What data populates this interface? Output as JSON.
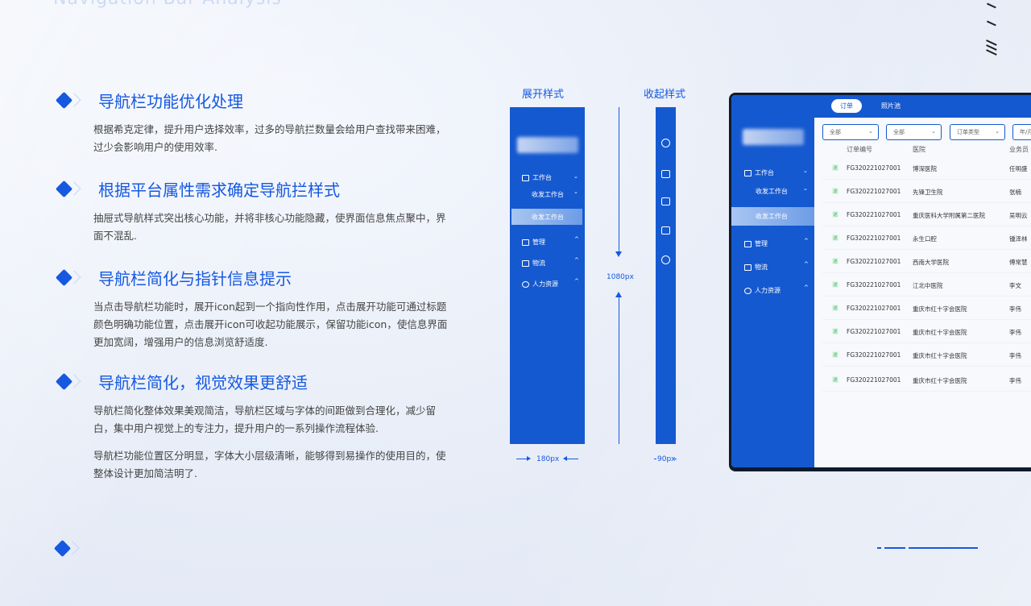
{
  "page": {
    "top_title": "Navigation Bar Analysis"
  },
  "sections": [
    {
      "title": "导航栏功能优化处理",
      "paragraphs": [
        "根据希克定律，提升用户选择效率，过多的导航拦数量会给用户查找带来困难，过少会影响用户的使用效率."
      ]
    },
    {
      "title": "根据平台属性需求确定导航拦样式",
      "paragraphs": [
        "抽屉式导航样式突出核心功能，并将非核心功能隐藏，使界面信息焦点聚中，界面不混乱."
      ]
    },
    {
      "title": "导航栏简化与指针信息提示",
      "paragraphs": [
        "当点击导航栏功能时，展开icon起到一个指向性作用，点击展开功能可通过标题颜色明确功能位置，点击展开icon可收起功能展示，保留功能icon，使信息界面更加宽阔，增强用户的信息浏览舒适度."
      ]
    },
    {
      "title": "导航栏简化，视觉效果更舒适",
      "paragraphs": [
        "导航栏简化整体效果美观简洁，导航栏区域与字体的间距做到合理化，减少留白，集中用户视觉上的专注力，提升用户的一系列操作流程体验.",
        "导航栏功能位置区分明显，字体大小层级清晰，能够得到易操作的使用目的，使整体设计更加简洁明了."
      ]
    }
  ],
  "demo": {
    "expanded_label": "展开样式",
    "collapsed_label": "收起样式",
    "height_label": "1080px",
    "expanded_width_label": "180px",
    "collapsed_width_label": "90px",
    "nav": {
      "workbench": "工作台",
      "sub_item": "收发工作台",
      "active_item": "收发工作台",
      "manage": "管理",
      "logistics": "物流",
      "hr": "人力资源"
    }
  },
  "app": {
    "tabs": [
      "订单",
      "照片池"
    ],
    "filters": [
      "全部",
      "全部",
      "订单类型",
      "年/月"
    ],
    "nav": {
      "workbench": "工作台",
      "sub_item": "收发工作台",
      "active_item": "收发工作台",
      "manage": "管理",
      "logistics": "物流",
      "hr": "人力资源"
    },
    "table": {
      "headers": [
        "订单编号",
        "医院",
        "业务员"
      ],
      "status_tag": "送",
      "rows": [
        [
          "FG320221027001",
          "博深医院",
          "任明盛"
        ],
        [
          "FG320221027001",
          "先锋卫生院",
          "张楠"
        ],
        [
          "FG320221027001",
          "重庆医科大学附属第二医院",
          "吴明云"
        ],
        [
          "FG320221027001",
          "永生口腔",
          "锺泽林"
        ],
        [
          "FG320221027001",
          "西南大学医院",
          "傅常慧"
        ],
        [
          "FG320221027001",
          "江北中医院",
          "李文"
        ],
        [
          "FG320221027001",
          "重庆市红十字会医院",
          "李伟"
        ],
        [
          "FG320221027001",
          "重庆市红十字会医院",
          "李伟"
        ],
        [
          "FG320221027001",
          "重庆市红十字会医院",
          "李伟"
        ],
        [
          "FG320221027001",
          "重庆市红十字会医院",
          "李伟"
        ]
      ]
    }
  },
  "colors": {
    "brand_blue": "#1659e0",
    "nav_blue": "#1559d0",
    "status_green": "#2fae5a"
  }
}
